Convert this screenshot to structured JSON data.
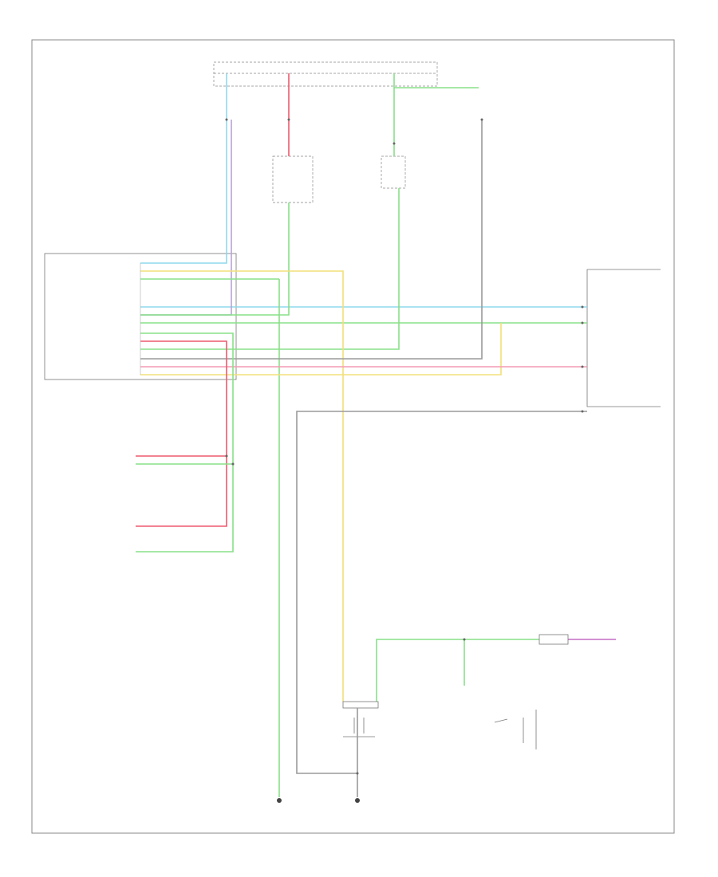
{
  "diagram_id": "",
  "colors": {
    "wire_blue": "#8fd8ee",
    "wire_red": "#ee5a6e",
    "wire_pink": "#f49ab2",
    "wire_green": "#88e088",
    "wire_yellow": "#f2e07a",
    "wire_purple": "#b07ad0",
    "wire_gray": "#9a9a9a",
    "frame": "#888888"
  },
  "icons": [
    "ground-symbol",
    "switch-symbol",
    "connector-dot",
    "relay-symbol"
  ],
  "components": {
    "fuse_panel": "",
    "module": "",
    "door_switch": "",
    "relay": "",
    "right_assembly": "",
    "left_sensor": "",
    "clutch_switch": "",
    "ignition_switch": ""
  }
}
